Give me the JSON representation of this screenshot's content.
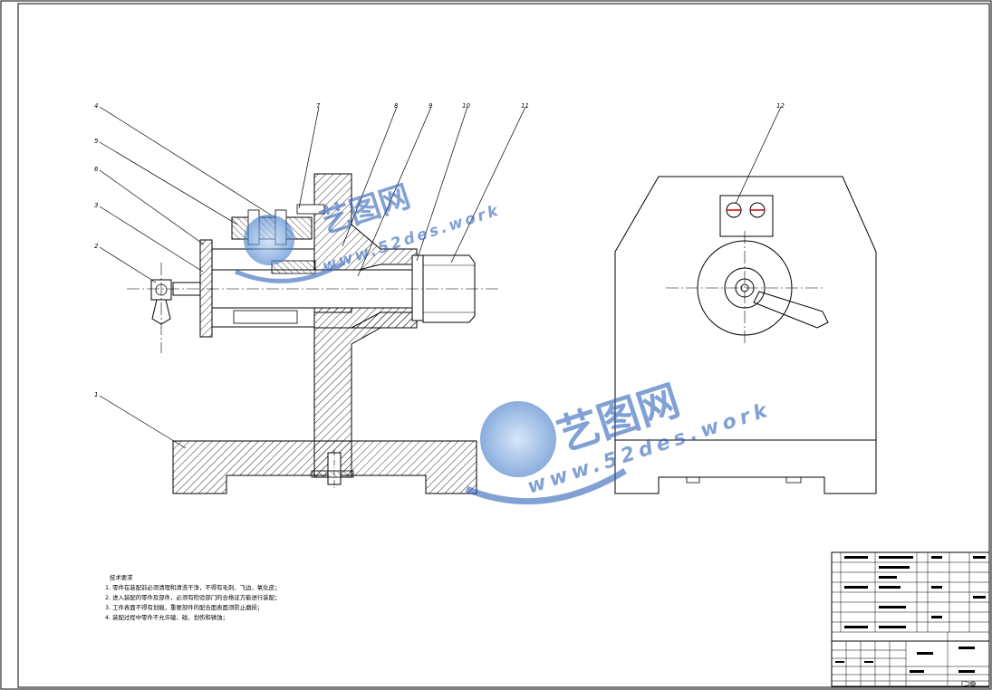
{
  "part_labels": [
    "4",
    "5",
    "6",
    "3",
    "2",
    "1",
    "7",
    "8",
    "9",
    "10",
    "11",
    "12"
  ],
  "notes": {
    "title": "技术要求",
    "lines": [
      "1. 零件在装配前必须清理和清洗干净，不得有毛刺、飞边、氧化皮；",
      "2. 进入装配的零件及部件，必须有检验部门的合格证方能进行装配；",
      "3. 工件表面不得有划痕，重要部件的配合面表面须防止磨损；",
      "4. 装配过程中零件不允许磕、碰、划伤和锈蚀；"
    ]
  },
  "watermark": {
    "name": "艺图网",
    "url": "www.52des.work"
  },
  "colors": {
    "line": "#000000",
    "watermark_blue": "#2f63b8",
    "watermark_light": "#7fb0e6"
  }
}
